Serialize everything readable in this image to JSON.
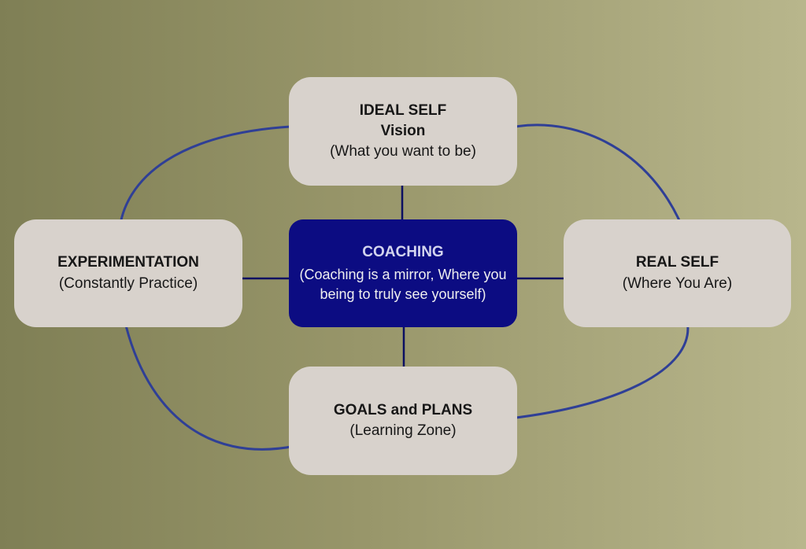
{
  "diagram": {
    "center": {
      "title": "COACHING",
      "description": "(Coaching is a mirror, Where you being to truly see yourself)"
    },
    "nodes": {
      "ideal_self": {
        "title": "IDEAL SELF",
        "subtitle": "Vision",
        "description": "(What you want to be)"
      },
      "real_self": {
        "title": "REAL SELF",
        "description": "(Where You Are)"
      },
      "goals_plans": {
        "title": "GOALS and PLANS",
        "description": "(Learning Zone)"
      },
      "experimentation": {
        "title": "EXPERIMENTATION",
        "description": "(Constantly Practice)"
      }
    },
    "cycle": [
      "IDEAL SELF",
      "REAL SELF",
      "GOALS and PLANS",
      "EXPERIMENTATION"
    ],
    "colors": {
      "background_left": "#7f7f55",
      "background_right": "#b8b68c",
      "node_fill": "#d8d2cc",
      "center_fill": "#0c0c82",
      "connector": "#0b0f62",
      "arrow": "#2f3f96"
    }
  }
}
